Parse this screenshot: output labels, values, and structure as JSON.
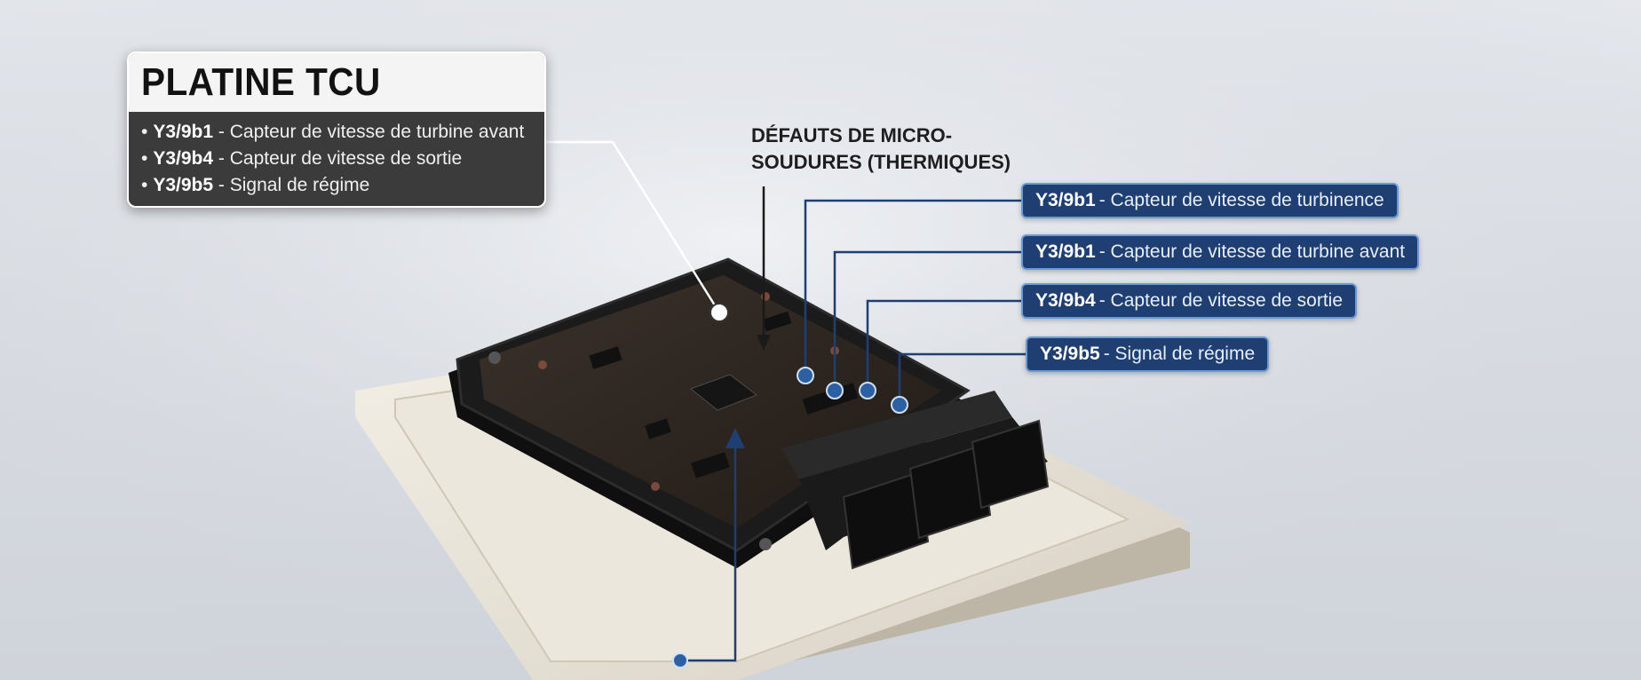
{
  "title_card": {
    "title": "PLATINE TCU",
    "items": [
      {
        "bullet": "•",
        "code": "Y3/9b1",
        "text": "- Capteur de vitesse de turbine avant"
      },
      {
        "bullet": "•",
        "code": "Y3/9b4",
        "text": "- Capteur de vitesse de sortie"
      },
      {
        "bullet": "•",
        "code": "Y3/9b5",
        "text": "- Signal de régime"
      }
    ]
  },
  "defects_label": {
    "line1": "DÉFAUTS DE MICRO-",
    "line2": "SOUDURES (THERMIQUES)"
  },
  "right_labels": [
    {
      "code": "Y3/9b1",
      "text": "- Capteur de vitesse de turbinence"
    },
    {
      "code": "Y3/9b1",
      "text": "- Capteur de vitesse de turbine avant"
    },
    {
      "code": "Y3/9b4",
      "text": "- Capteur de vitesse de sortie"
    },
    {
      "code": "Y3/9b5",
      "text": "- Signal de régime"
    }
  ],
  "colors": {
    "callout_blue": "#1f3f73",
    "callout_border": "#6a9ad6",
    "pcb": "#2a2420",
    "housing": "#141414",
    "tray": "#e9e4d8"
  }
}
